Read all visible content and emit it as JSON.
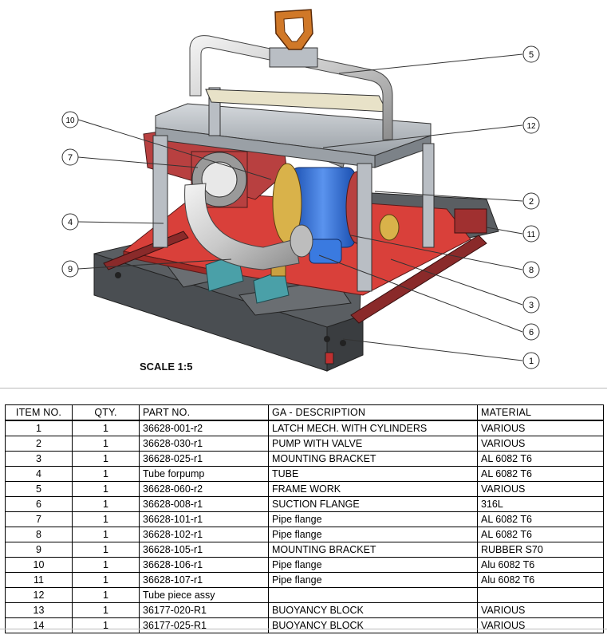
{
  "drawing": {
    "scale_label": "SCALE 1:5",
    "balloons": [
      "1",
      "2",
      "3",
      "4",
      "5",
      "6",
      "7",
      "8",
      "9",
      "10",
      "11",
      "12"
    ]
  },
  "bom": {
    "headers": {
      "item": "ITEM NO.",
      "qty": "QTY.",
      "part": "PART NO.",
      "desc": "GA - DESCRIPTION",
      "material": "MATERIAL"
    },
    "rows": [
      {
        "item": "1",
        "qty": "1",
        "part": "36628-001-r2",
        "desc": "LATCH MECH. WITH CYLINDERS",
        "material": "VARIOUS"
      },
      {
        "item": "2",
        "qty": "1",
        "part": "36628-030-r1",
        "desc": "PUMP WITH VALVE",
        "material": "VARIOUS"
      },
      {
        "item": "3",
        "qty": "1",
        "part": "36628-025-r1",
        "desc": "MOUNTING BRACKET",
        "material": "AL 6082 T6"
      },
      {
        "item": "4",
        "qty": "1",
        "part": "Tube forpump",
        "desc": "TUBE",
        "material": "AL 6082 T6"
      },
      {
        "item": "5",
        "qty": "1",
        "part": "36628-060-r2",
        "desc": "FRAME WORK",
        "material": "VARIOUS"
      },
      {
        "item": "6",
        "qty": "1",
        "part": "36628-008-r1",
        "desc": "SUCTION FLANGE",
        "material": "316L"
      },
      {
        "item": "7",
        "qty": "1",
        "part": "36628-101-r1",
        "desc": "Pipe flange",
        "material": "AL 6082 T6"
      },
      {
        "item": "8",
        "qty": "1",
        "part": "36628-102-r1",
        "desc": "Pipe flange",
        "material": "AL 6082 T6"
      },
      {
        "item": "9",
        "qty": "1",
        "part": "36628-105-r1",
        "desc": "MOUNTING BRACKET",
        "material": "RUBBER S70"
      },
      {
        "item": "10",
        "qty": "1",
        "part": "36628-106-r1",
        "desc": "Pipe flange",
        "material": "Alu 6082 T6"
      },
      {
        "item": "11",
        "qty": "1",
        "part": "36628-107-r1",
        "desc": "Pipe flange",
        "material": "Alu 6082 T6"
      },
      {
        "item": "12",
        "qty": "1",
        "part": "Tube piece assy",
        "desc": "",
        "material": ""
      },
      {
        "item": "13",
        "qty": "1",
        "part": "36177-020-R1",
        "desc": "BUOYANCY BLOCK",
        "material": "VARIOUS"
      },
      {
        "item": "14",
        "qty": "1",
        "part": "36177-025-R1",
        "desc": "BUOYANCY BLOCK",
        "material": "VARIOUS"
      }
    ]
  },
  "colors": {
    "base_plate": "#d9403a",
    "frame": "#b9bec4",
    "frame_dark": "#7c8288",
    "base_frame": "#4a4e52",
    "pump_body": "#2e6fd6",
    "flange_red": "#b84040",
    "brass": "#d9b24a",
    "handle": "#d07828",
    "cylinder": "#8a2a2a",
    "bracket": "#4aa0a8"
  }
}
